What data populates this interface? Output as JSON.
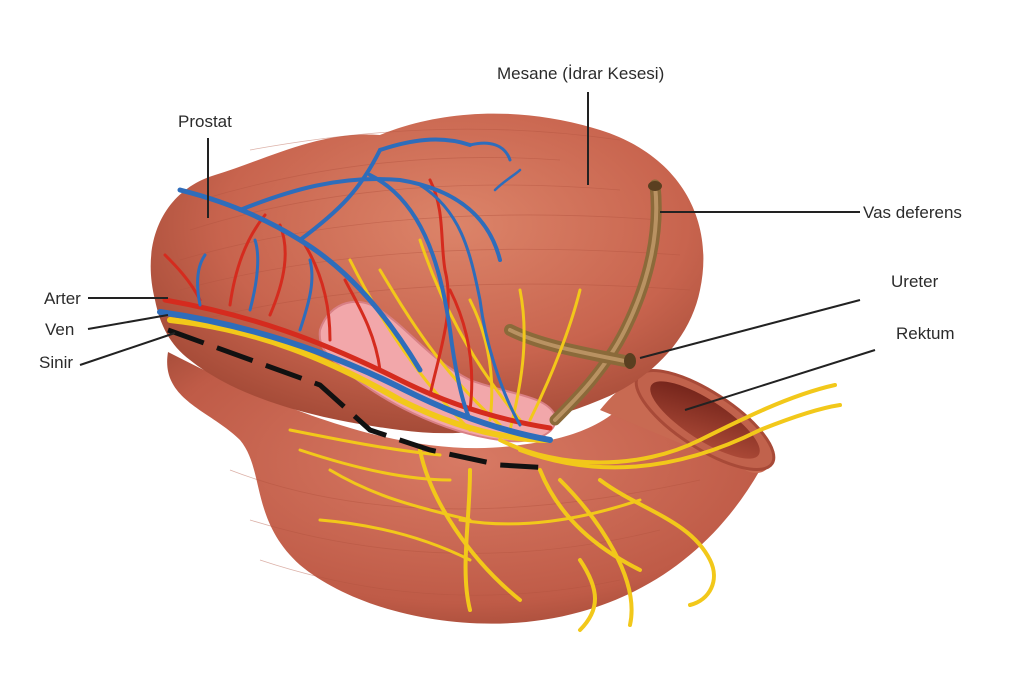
{
  "diagram": {
    "labels": {
      "mesane": "Mesane (İdrar Kesesi)",
      "prostat": "Prostat",
      "vas_deferens": "Vas deferens",
      "ureter": "Ureter",
      "rektum": "Rektum",
      "arter": "Arter",
      "ven": "Ven",
      "sinir": "Sinir"
    },
    "colors": {
      "muscle": "#c8644e",
      "muscle_dark": "#a84a38",
      "artery": "#d52b1e",
      "vein": "#2e6dbb",
      "nerve": "#f2c81a",
      "vas": "#8b6a3a",
      "inner_pink": "#f2a7aa",
      "leader": "#222222"
    }
  }
}
